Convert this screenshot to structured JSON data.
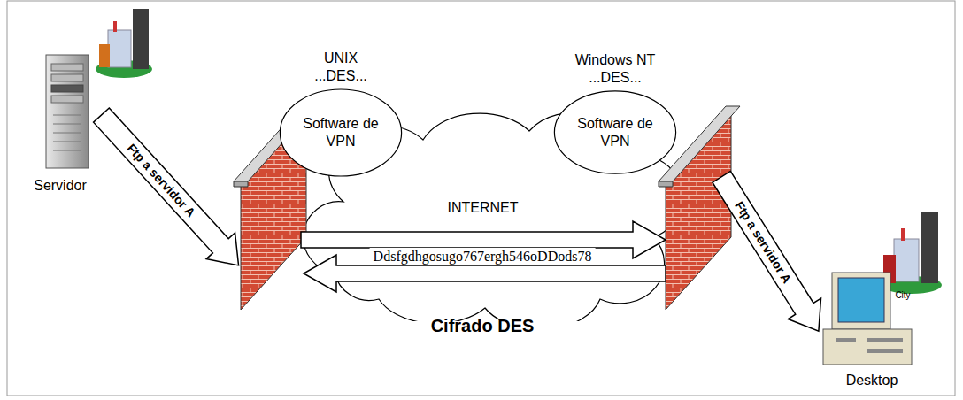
{
  "diagram": {
    "nodes": [
      {
        "text": [
          "UNIX ...DES...",
          "Software de VPN"
        ]
      },
      {
        "text": [
          "INTERNET"
        ]
      },
      {
        "text": [
          "Windows NT ...DES...",
          "Software de VPN"
        ]
      }
    ],
    "labels": [
      "Servidor",
      "Ftp a servidor A",
      "Ddsfgdhgosugo767ergh546oDDods78",
      "Cifrado DES",
      "Ftp a servidor A",
      "City",
      "Desktop"
    ]
  }
}
